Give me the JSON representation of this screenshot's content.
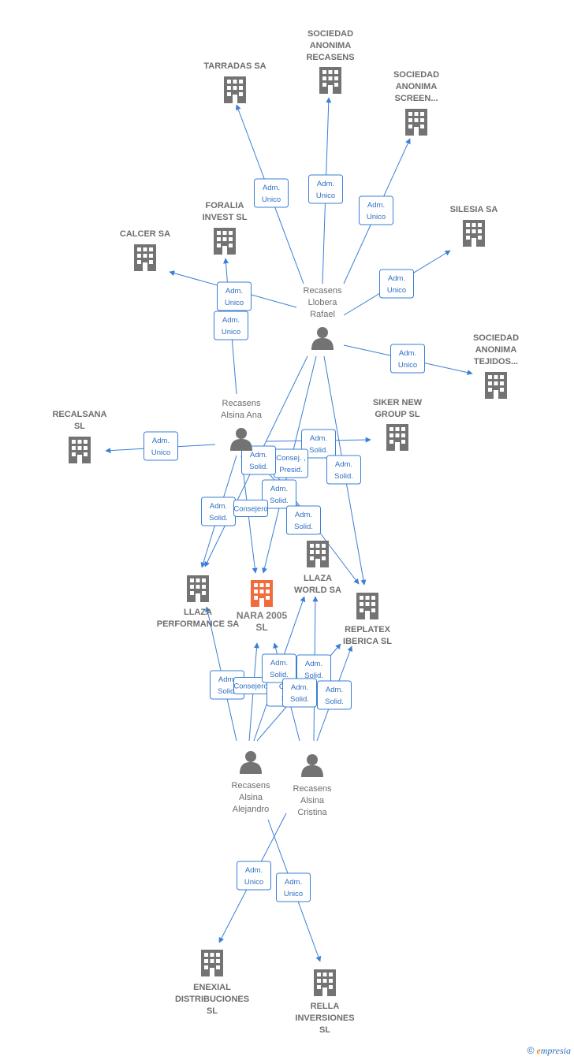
{
  "colors": {
    "edge": "#3a7fd5",
    "company": "#737373",
    "focus_company": "#f26b3a",
    "person": "#737373",
    "label": "#6d6d6d"
  },
  "nodes": [
    {
      "id": "tarradas",
      "type": "company",
      "lines": [
        "TARRADAS SA"
      ]
    },
    {
      "id": "sar",
      "type": "company",
      "lines": [
        "SOCIEDAD",
        "ANONIMA",
        "RECASENS"
      ]
    },
    {
      "id": "sas",
      "type": "company",
      "lines": [
        "SOCIEDAD",
        "ANONIMA",
        "SCREEN..."
      ]
    },
    {
      "id": "foralia",
      "type": "company",
      "lines": [
        "FORALIA",
        "INVEST  SL"
      ]
    },
    {
      "id": "calcer",
      "type": "company",
      "lines": [
        "CALCER SA"
      ]
    },
    {
      "id": "silesia",
      "type": "company",
      "lines": [
        "SILESIA SA"
      ]
    },
    {
      "id": "sat",
      "type": "company",
      "lines": [
        "SOCIEDAD",
        "ANONIMA",
        "TEJIDOS..."
      ]
    },
    {
      "id": "recalsana",
      "type": "company",
      "lines": [
        "RECALSANA",
        "SL"
      ]
    },
    {
      "id": "siker",
      "type": "company",
      "lines": [
        "SIKER NEW",
        "GROUP SL"
      ]
    },
    {
      "id": "llazaperf",
      "type": "company",
      "lines": [
        "LLAZA",
        "PERFORMANCE SA"
      ]
    },
    {
      "id": "nara",
      "type": "focus",
      "lines": [
        "NARA 2005",
        "SL"
      ]
    },
    {
      "id": "llazaworld",
      "type": "company",
      "lines": [
        "LLAZA",
        "WORLD SA"
      ]
    },
    {
      "id": "replatex",
      "type": "company",
      "lines": [
        "REPLATEX",
        "IBERICA  SL"
      ]
    },
    {
      "id": "enexial",
      "type": "company",
      "lines": [
        "ENEXIAL",
        "DISTRIBUCIONES",
        "SL"
      ]
    },
    {
      "id": "rella",
      "type": "company",
      "lines": [
        "RELLA",
        "INVERSIONES",
        "SL"
      ]
    },
    {
      "id": "rafael",
      "type": "person",
      "lines": [
        "Recasens",
        "Llobera",
        "Rafael"
      ]
    },
    {
      "id": "ana",
      "type": "person",
      "lines": [
        "Recasens",
        "Alsina Ana"
      ]
    },
    {
      "id": "alejandro",
      "type": "person",
      "lines": [
        "Recasens",
        "Alsina",
        "Alejandro"
      ]
    },
    {
      "id": "cristina",
      "type": "person",
      "lines": [
        "Recasens",
        "Alsina",
        "Cristina"
      ]
    }
  ],
  "edges": [
    {
      "from": "rafael",
      "to": "tarradas",
      "lines": [
        "Adm.",
        "Unico"
      ]
    },
    {
      "from": "rafael",
      "to": "sar",
      "lines": [
        "Adm.",
        "Unico"
      ]
    },
    {
      "from": "rafael",
      "to": "sas",
      "lines": [
        "Adm.",
        "Unico"
      ]
    },
    {
      "from": "rafael",
      "to": "silesia",
      "lines": [
        "Adm.",
        "Unico"
      ]
    },
    {
      "from": "rafael",
      "to": "calcer",
      "lines": [
        "Adm.",
        "Unico"
      ]
    },
    {
      "from": "ana",
      "to": "foralia",
      "lines": [
        "Adm.",
        "Unico"
      ]
    },
    {
      "from": "rafael",
      "to": "sat",
      "lines": [
        "Adm.",
        "Unico"
      ]
    },
    {
      "from": "ana",
      "to": "recalsana",
      "lines": [
        "Adm.",
        "Unico"
      ]
    },
    {
      "from": "ana",
      "to": "siker",
      "lines": [
        "Adm.",
        "Solid."
      ]
    },
    {
      "from": "rafael",
      "to": "replatex",
      "lines": [
        "Adm.",
        "Solid."
      ]
    },
    {
      "from": "rafael",
      "to": "nara",
      "lines": [
        "Consej. ,",
        "Presid."
      ]
    },
    {
      "from": "ana",
      "to": "llazaworld",
      "lines": [
        "Adm.",
        "Solid."
      ]
    },
    {
      "from": "ana",
      "to": "llazaperf",
      "lines": [
        "Adm.",
        "Solid."
      ]
    },
    {
      "from": "rafael",
      "to": "llazaperf",
      "lines": [
        "Consejero"
      ]
    },
    {
      "from": "ana",
      "to": "replatex",
      "lines": [
        "Adm.",
        "Solid."
      ]
    },
    {
      "from": "ana",
      "to": "nara",
      "lines": [
        "Adm.",
        "Solid."
      ]
    },
    {
      "from": "alejandro",
      "to": "llazaperf",
      "lines": [
        "Adm.",
        "Solid."
      ]
    },
    {
      "from": "alejandro",
      "to": "nara",
      "lines": [
        "Consejero"
      ]
    },
    {
      "from": "cristina",
      "to": "nara",
      "lines": [
        "Co",
        "S"
      ]
    },
    {
      "from": "alejandro",
      "to": "llazaworld",
      "lines": [
        "Adm.",
        "Solid."
      ]
    },
    {
      "from": "cristina",
      "to": "llazaworld",
      "lines": [
        "Adm.",
        "Solid."
      ]
    },
    {
      "from": "alejandro",
      "to": "replatex",
      "lines": [
        "Adm.",
        "Solid."
      ]
    },
    {
      "from": "cristina",
      "to": "replatex",
      "lines": [
        "Adm.",
        "Solid."
      ]
    },
    {
      "from": "cristina",
      "to": "enexial",
      "lines": [
        "Adm.",
        "Unico"
      ]
    },
    {
      "from": "alejandro",
      "to": "rella",
      "lines": [
        "Adm.",
        "Unico"
      ]
    }
  ],
  "footer": {
    "copyright": "©",
    "brand_initial": "e",
    "brand_rest": "mpresia"
  }
}
